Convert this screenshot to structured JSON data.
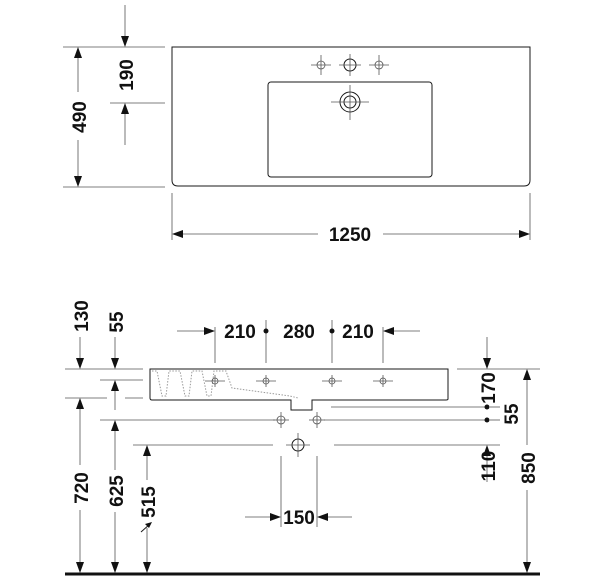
{
  "title": "Washbasin technical drawing",
  "plan_view": {
    "width_mm": "1250",
    "depth_mm": "490",
    "tap_hole_offset_mm": "190"
  },
  "front_view": {
    "top_offsets_mm": [
      "130",
      "55"
    ],
    "tap_spacing_mm": [
      "210",
      "280",
      "210"
    ],
    "basin_height_mm": "170",
    "trap_gap_mm": "55",
    "waste_drop_mm": "110",
    "total_height_mm": "850",
    "height_left_mm": "720",
    "height_supply_mm": "625",
    "height_waste_mm": "515",
    "supply_spacing_mm": "150"
  }
}
